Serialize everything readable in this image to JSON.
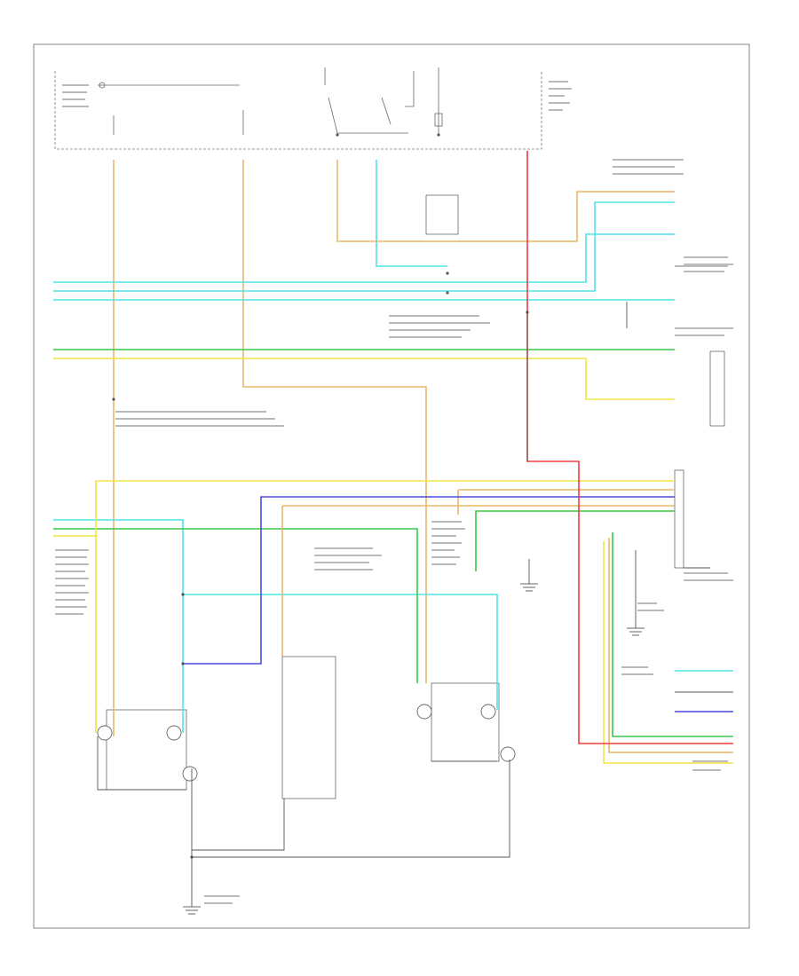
{
  "figure_label": "",
  "colors": {
    "orange": "#e8b86a",
    "cyan": "#4fe3e8",
    "green": "#39c94a",
    "yellow": "#f0e640",
    "blue": "#4a4ae0",
    "red": "#f03c3c",
    "gray": "#555555",
    "frame": "#888888"
  },
  "wire_colors": [
    "orange",
    "cyan",
    "green",
    "yellow",
    "blue",
    "red",
    "gray"
  ]
}
